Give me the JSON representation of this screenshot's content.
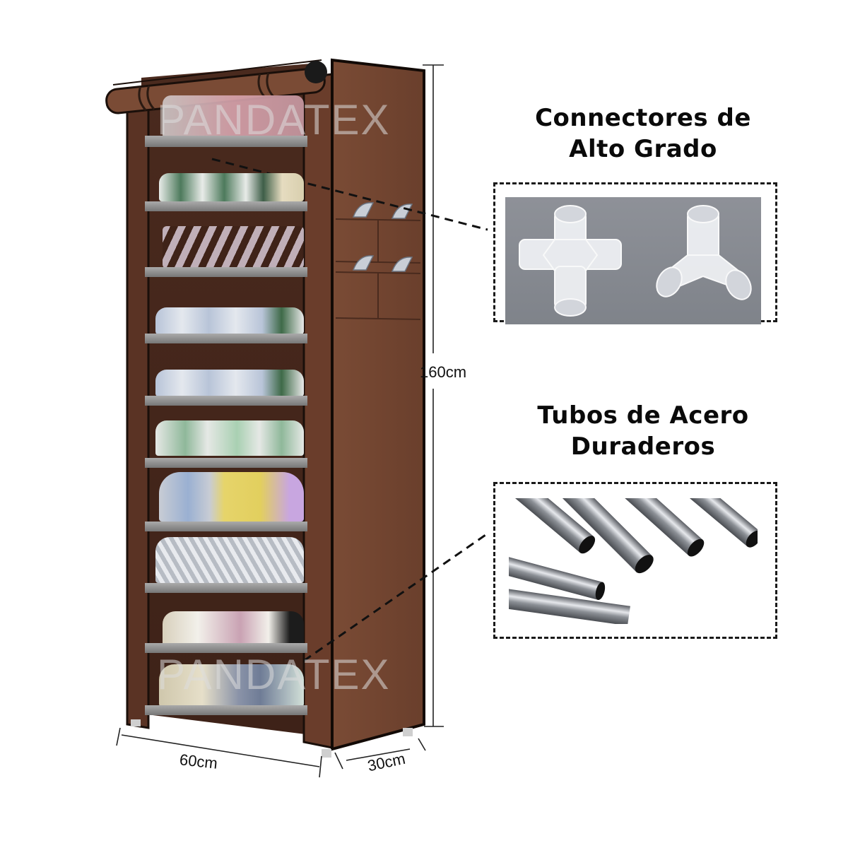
{
  "product": {
    "brand_watermark": "PANDATEX",
    "cover_color": "#6e4330",
    "cover_dark": "#3d2318",
    "shelf_color": "#8a8a8a",
    "shelf_count": 10
  },
  "dimensions": {
    "height": "160cm",
    "width": "60cm",
    "depth": "30cm"
  },
  "features": [
    {
      "title_line1": "Connectores de",
      "title_line2": "Alto Grado",
      "image": "white-plastic-connectors"
    },
    {
      "title_line1": "Tubos de Acero",
      "title_line2": "Duraderos",
      "image": "steel-tubes"
    }
  ]
}
